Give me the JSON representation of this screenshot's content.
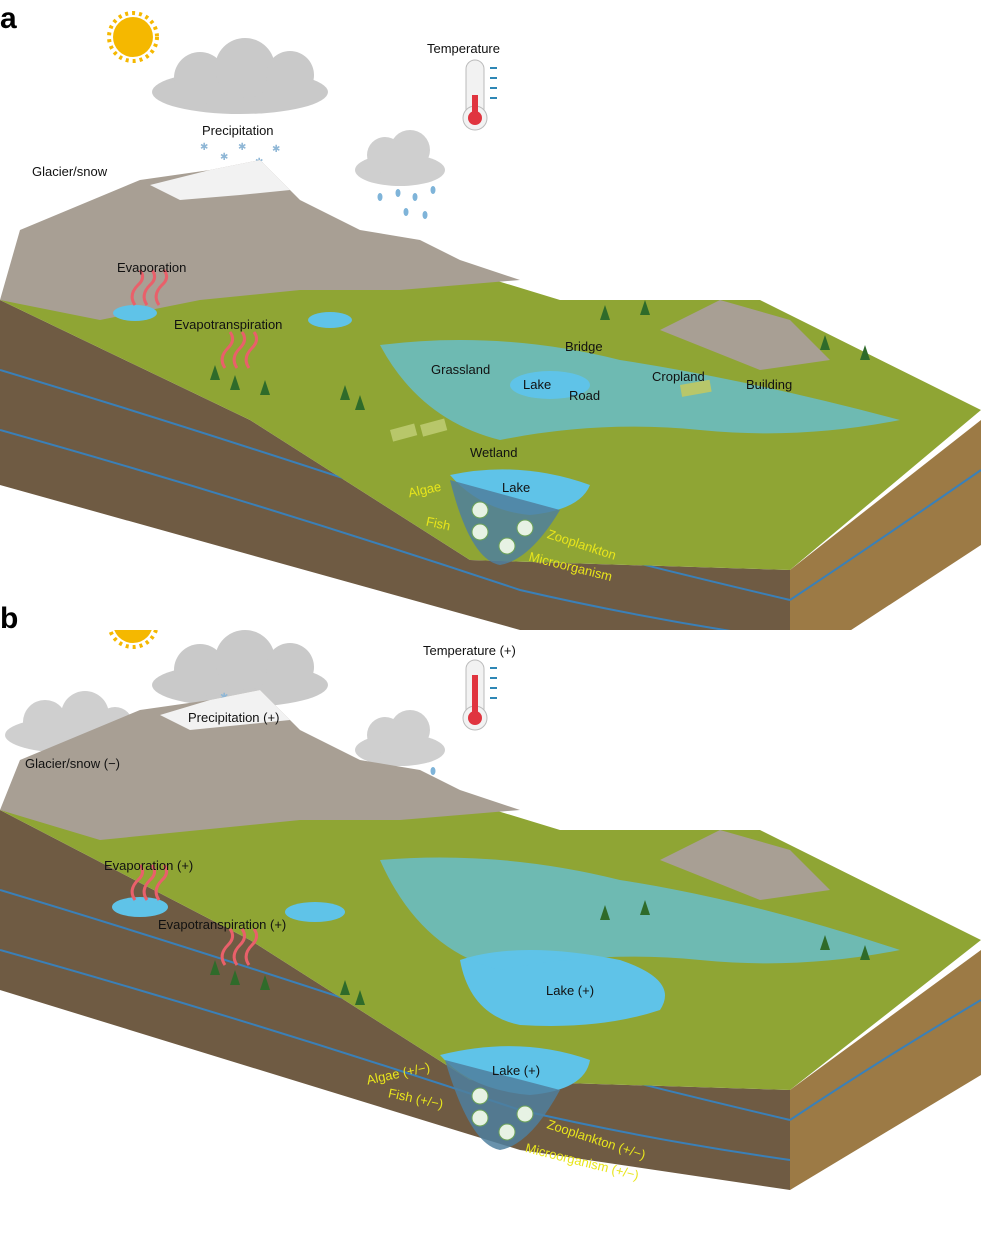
{
  "panel_a": {
    "letter": "a",
    "labels": {
      "temperature": "Temperature",
      "precipitation": "Precipitation",
      "glacier": "Glacier/snow",
      "evaporation": "Evaporation",
      "evapotranspiration": "Evapotranspiration",
      "bridge": "Bridge",
      "grassland": "Grassland",
      "lake_surface": "Lake",
      "road": "Road",
      "cropland": "Cropland",
      "building": "Building",
      "wetland": "Wetland",
      "lake_basin": "Lake"
    },
    "biota": {
      "algae": "Algae",
      "fish": "Fish",
      "zooplankton": "Zooplankton",
      "microorganism": "Microorganism"
    }
  },
  "panel_b": {
    "letter": "b",
    "labels": {
      "temperature": "Temperature (+)",
      "precipitation": "Precipitation (+)",
      "glacier": "Glacier/snow (−)",
      "evaporation": "Evaporation (+)",
      "evapotranspiration": "Evapotranspiration (+)",
      "lake_surface": "Lake (+)",
      "lake_basin": "Lake (+)"
    },
    "biota": {
      "algae": "Algae (+/−)",
      "fish": "Fish (+/−)",
      "zooplankton": "Zooplankton (+/−)",
      "microorganism": "Microorganism (+/−)"
    }
  },
  "colors": {
    "sun": "#f5b800",
    "grass": "#8fa534",
    "water": "#5fc3e8",
    "soil": "#7a5a35",
    "mountain": "#a89f94",
    "biota_label": "#e8e51c",
    "thermometer": "#e0343f"
  }
}
